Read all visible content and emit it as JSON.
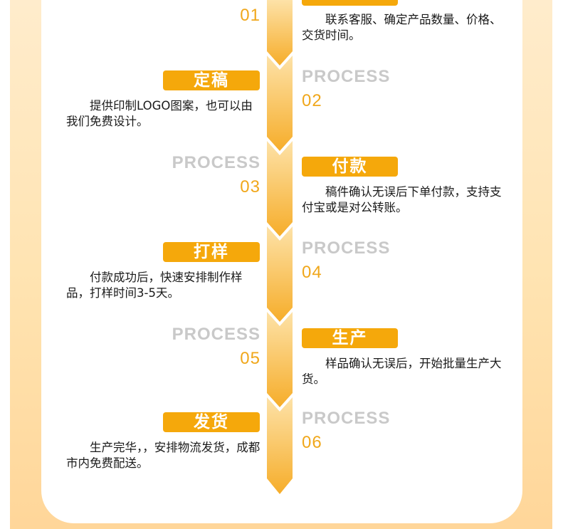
{
  "process_label": "PROCESS",
  "steps": [
    {
      "number": "01",
      "title": "",
      "desc": "联系客服、确定产品数量、价格、交货时间。"
    },
    {
      "number": "02",
      "title": "定稿",
      "desc": "提供印制LOGO图案，也可以由我们免费设计。"
    },
    {
      "number": "03",
      "title": "付款",
      "desc": "稿件确认无误后下单付款，支持支付宝或是对公转账。"
    },
    {
      "number": "04",
      "title": "打样",
      "desc": "付款成功后，快速安排制作样品，打样时间3-5天。"
    },
    {
      "number": "05",
      "title": "生产",
      "desc": "样品确认无误后，开始批量生产大货。"
    },
    {
      "number": "06",
      "title": "发货",
      "desc": "生产完华，，安排物流发货，成都市内免费配送。"
    }
  ],
  "colors": {
    "accent": "#f5a80b",
    "process_gray": "#c9c9c9",
    "number": "#f0a71b"
  }
}
